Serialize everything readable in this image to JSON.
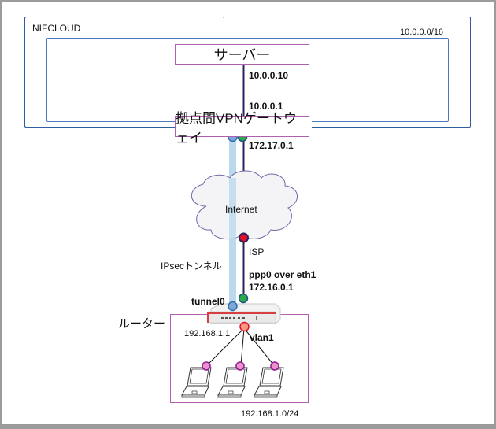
{
  "cloud_zone": {
    "label": "NIFCLOUD",
    "cidr": "10.0.0.0/16"
  },
  "server": {
    "label": "サーバー",
    "ip": "10.0.0.10"
  },
  "gateway": {
    "label": "拠点間VPNゲートウェイ",
    "inner_ip": "10.0.0.1",
    "outer_ip": "172.17.0.1"
  },
  "internet": {
    "label": "Internet",
    "isp_label": "ISP"
  },
  "tunnel": {
    "label": "IPsecトンネル"
  },
  "router": {
    "label": "ルーター",
    "tunnel_if": "tunnel0",
    "wan_if": "ppp0 over eth1",
    "wan_ip": "172.16.0.1",
    "lan_ip": "192.168.1.1",
    "lan_if": "vlan1"
  },
  "lan": {
    "cidr": "192.168.1.0/24",
    "client_count": 3
  },
  "colors": {
    "zone_border": "#4a78b8",
    "box_border": "#b060b0",
    "tunnel": "#bcd8ec",
    "link": "#2b2060",
    "node_blue": "#7fa6d6",
    "node_green": "#2aa84a",
    "node_red": "#e0102a",
    "node_salmon": "#f59a80",
    "node_pink": "#ee8fcf"
  }
}
